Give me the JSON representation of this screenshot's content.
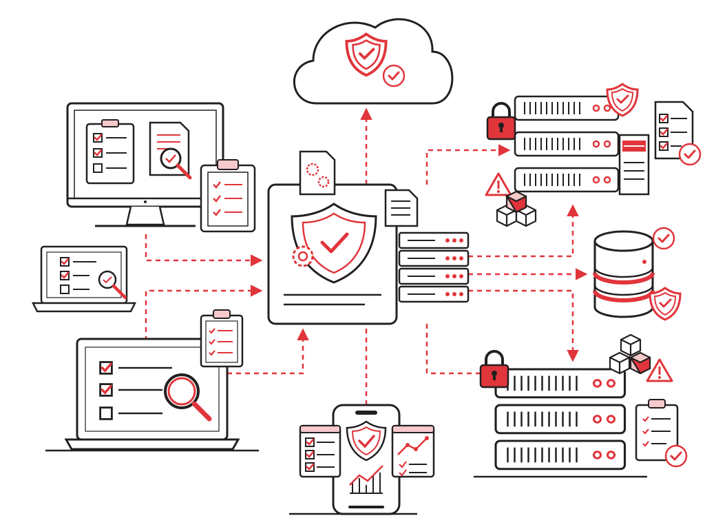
{
  "diagram": {
    "colors": {
      "ink": "#231f20",
      "accent": "#e0353b",
      "accent_light": "#f6c9cb",
      "fill": "#ffffff"
    },
    "nodes": [
      {
        "id": "cloud",
        "icon": "cloud-shield-check-icon"
      },
      {
        "id": "desktop-monitor",
        "icon": "monitor-checklist-icon"
      },
      {
        "id": "small-laptop",
        "icon": "laptop-checklist-icon"
      },
      {
        "id": "large-laptop",
        "icon": "laptop-checklist-icon"
      },
      {
        "id": "central-security-hub",
        "icon": "shield-check-icon"
      },
      {
        "id": "hub-server-stack",
        "icon": "server-icon"
      },
      {
        "id": "mobile-phone",
        "icon": "phone-shield-icon"
      },
      {
        "id": "top-right-server-rack",
        "icon": "server-rack-icon"
      },
      {
        "id": "database",
        "icon": "database-icon"
      },
      {
        "id": "bottom-right-server-rack",
        "icon": "server-rack-icon"
      }
    ],
    "edges": [
      {
        "from": "central-security-hub",
        "to": "cloud"
      },
      {
        "from": "desktop-monitor",
        "to": "central-security-hub"
      },
      {
        "from": "small-laptop",
        "to": "central-security-hub"
      },
      {
        "from": "large-laptop",
        "to": "central-security-hub"
      },
      {
        "from": "mobile-phone",
        "to": "central-security-hub"
      },
      {
        "from": "central-security-hub",
        "to": "top-right-server-rack"
      },
      {
        "from": "hub-server-stack",
        "to": "database"
      },
      {
        "from": "central-security-hub",
        "to": "bottom-right-server-rack"
      }
    ]
  }
}
